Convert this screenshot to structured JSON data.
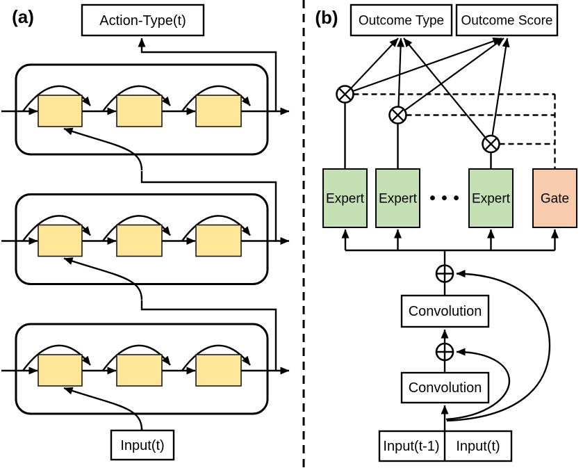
{
  "figure": {
    "panel_a": {
      "label": "(a)",
      "output_box": "Action-Type(t)",
      "input_box": "Input(t)",
      "cell_fill": "#FFE699"
    },
    "panel_b": {
      "label": "(b)",
      "outcome_type_box": "Outcome Type",
      "outcome_score_box": "Outcome Score",
      "experts": [
        "Expert",
        "Expert",
        "Expert"
      ],
      "ellipsis": "• • •",
      "gate_box": "Gate",
      "convolution_upper": "Convolution",
      "convolution_lower": "Convolution",
      "input_prev_box": "Input(t-1)",
      "input_curr_box": "Input(t)",
      "expert_fill": "#C5E0B4",
      "gate_fill": "#F8CBAD",
      "multiply_icon": "⊗",
      "add_icon": "⊕"
    }
  }
}
